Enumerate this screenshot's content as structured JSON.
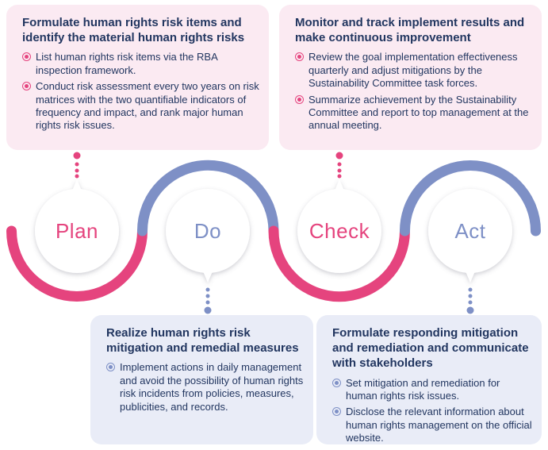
{
  "boxes": {
    "plan": {
      "title": "Formulate human rights risk items and identify the material human rights risks",
      "bullets": [
        "List human rights risk items via the RBA inspection framework.",
        "Conduct risk assessment every two years on risk matrices with the two quantifiable indicators of frequency and impact, and rank major human rights risk issues."
      ]
    },
    "check": {
      "title": "Monitor and track implement results and make continuous improvement",
      "bullets": [
        "Review the goal implementation effectiveness quarterly and adjust mitigations by the Sustainability Committee task forces.",
        "Summarize achievement by the Sustainability Committee and report to top management at the annual meeting."
      ]
    },
    "do": {
      "title": "Realize human rights risk mitigation and remedial measures",
      "bullets": [
        "Implement actions in daily management and avoid the possibility of human rights risk incidents from policies, measures, publicities, and records."
      ]
    },
    "act": {
      "title": "Formulate responding mitigation and remediation and communicate with stakeholders",
      "bullets": [
        "Set mitigation and remediation for human rights risk issues.",
        "Disclose the relevant information about human rights management on the official website."
      ]
    }
  },
  "cycle": {
    "plan": "Plan",
    "do": "Do",
    "check": "Check",
    "act": "Act"
  },
  "colors": {
    "pink": "#e5447e",
    "blue": "#7e90c6",
    "pink_box_bg": "#fbeaf2",
    "blue_box_bg": "#e9ecf7",
    "text": "#223660"
  }
}
